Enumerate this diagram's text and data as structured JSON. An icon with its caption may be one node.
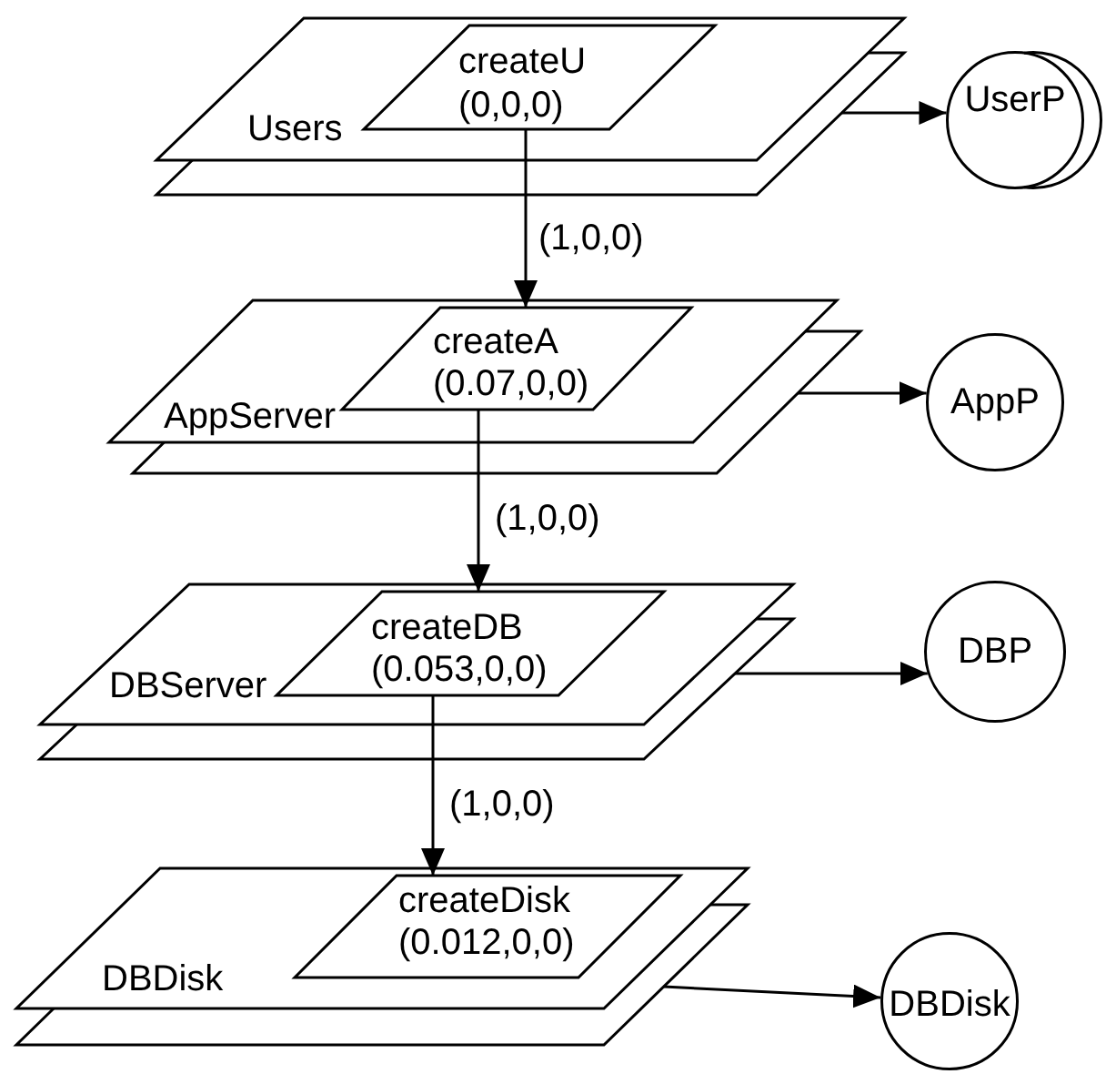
{
  "diagram": {
    "nodes": [
      {
        "text": [
          "Users"
        ]
      },
      {
        "text": [
          "createU",
          "(0,0,0)"
        ],
        "in": 0
      },
      {
        "text": [
          "UserP"
        ]
      },
      {
        "text": [
          "AppServer"
        ]
      },
      {
        "text": [
          "createA",
          "(0.07,0,0)"
        ],
        "in": 3
      },
      {
        "text": [
          "AppP"
        ]
      },
      {
        "text": [
          "DBServer"
        ]
      },
      {
        "text": [
          "createDB",
          "(0.053,0,0)"
        ],
        "in": 6
      },
      {
        "text": [
          "DBP"
        ]
      },
      {
        "text": [
          "DBDisk"
        ]
      },
      {
        "text": [
          "createDisk",
          "(0.012,0,0)"
        ],
        "in": 9
      },
      {
        "text": [
          "DBDisk"
        ]
      }
    ],
    "edges": [
      {
        "from": 1,
        "to": 4,
        "arrow": "to",
        "label": "(1,0,0)"
      },
      {
        "from": 4,
        "to": 7,
        "arrow": "to",
        "label": "(1,0,0)"
      },
      {
        "from": 7,
        "to": 10,
        "arrow": "to",
        "label": "(1,0,0)"
      },
      {
        "from": 0,
        "to": 2,
        "arrow": "to"
      },
      {
        "from": 3,
        "to": 5,
        "arrow": "to"
      },
      {
        "from": 6,
        "to": 8,
        "arrow": "to"
      },
      {
        "from": 9,
        "to": 11,
        "arrow": "to"
      }
    ]
  }
}
